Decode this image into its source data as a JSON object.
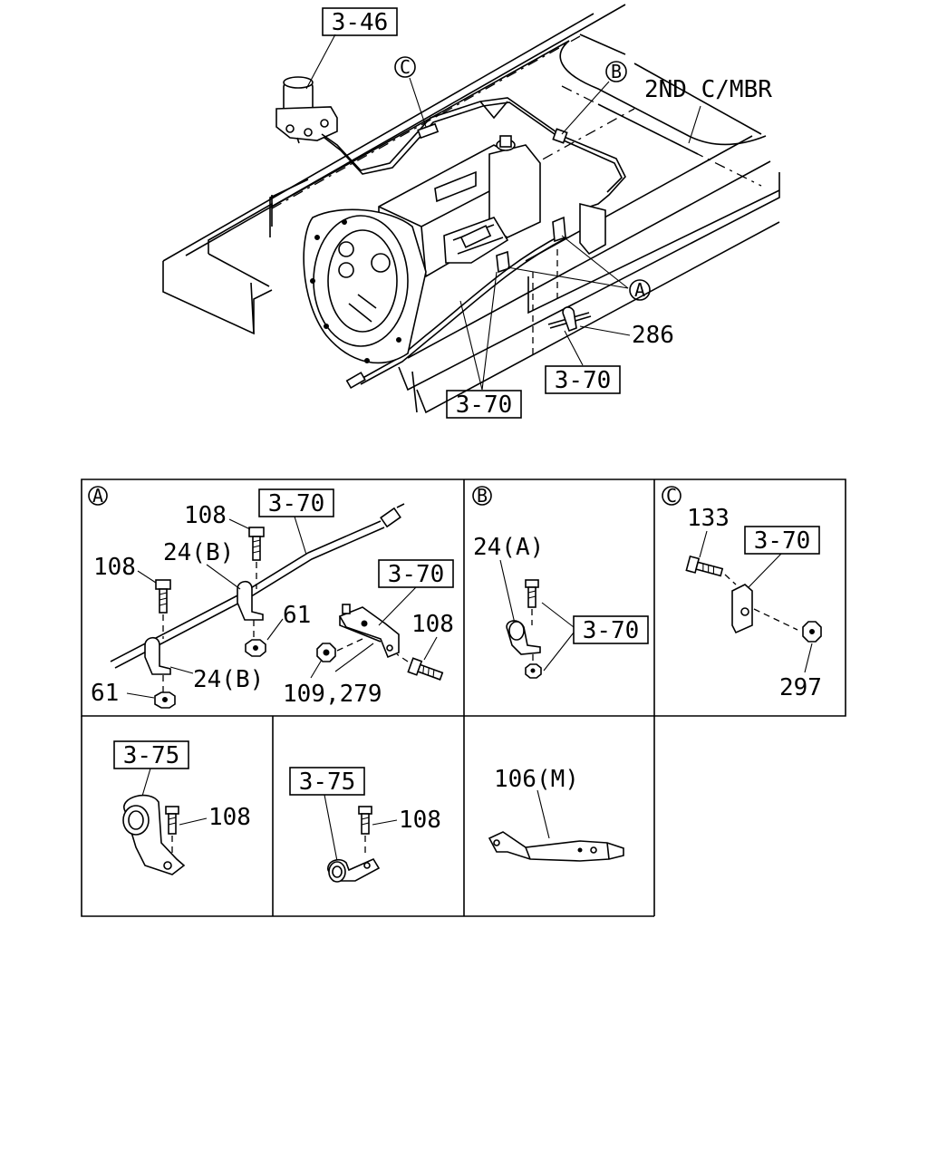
{
  "overview": {
    "callouts": {
      "ref_3_46": "3-46",
      "circle_C": "C",
      "circle_B": "B",
      "circle_A": "A",
      "second_crossmember": "2ND C/MBR",
      "part_286": "286",
      "ref_3_70_right": "3-70",
      "ref_3_70_bottom": "3-70"
    }
  },
  "detail_A": {
    "marker": "A",
    "ref_top": "3-70",
    "ref_bracket": "3-70",
    "labels": {
      "bolt_108_top": "108",
      "bolt_108_left": "108",
      "clip_24B_upper": "24(B)",
      "nut_61_right": "61",
      "bolt_108_right": "108",
      "washer_109_279": "109,279",
      "nut_61_left": "61",
      "clip_24B_lower": "24(B)"
    }
  },
  "detail_B": {
    "marker": "B",
    "ref": "3-70",
    "labels": {
      "clip_24A": "24(A)"
    }
  },
  "detail_C": {
    "marker": "C",
    "ref": "3-70",
    "labels": {
      "bolt_133": "133",
      "nut_297": "297"
    }
  },
  "detail_D": {
    "ref": "3-75",
    "labels": {
      "bolt_108": "108"
    }
  },
  "detail_E": {
    "ref": "3-75",
    "labels": {
      "bolt_108": "108"
    }
  },
  "detail_F": {
    "labels": {
      "bracket_106M": "106(M)"
    }
  }
}
